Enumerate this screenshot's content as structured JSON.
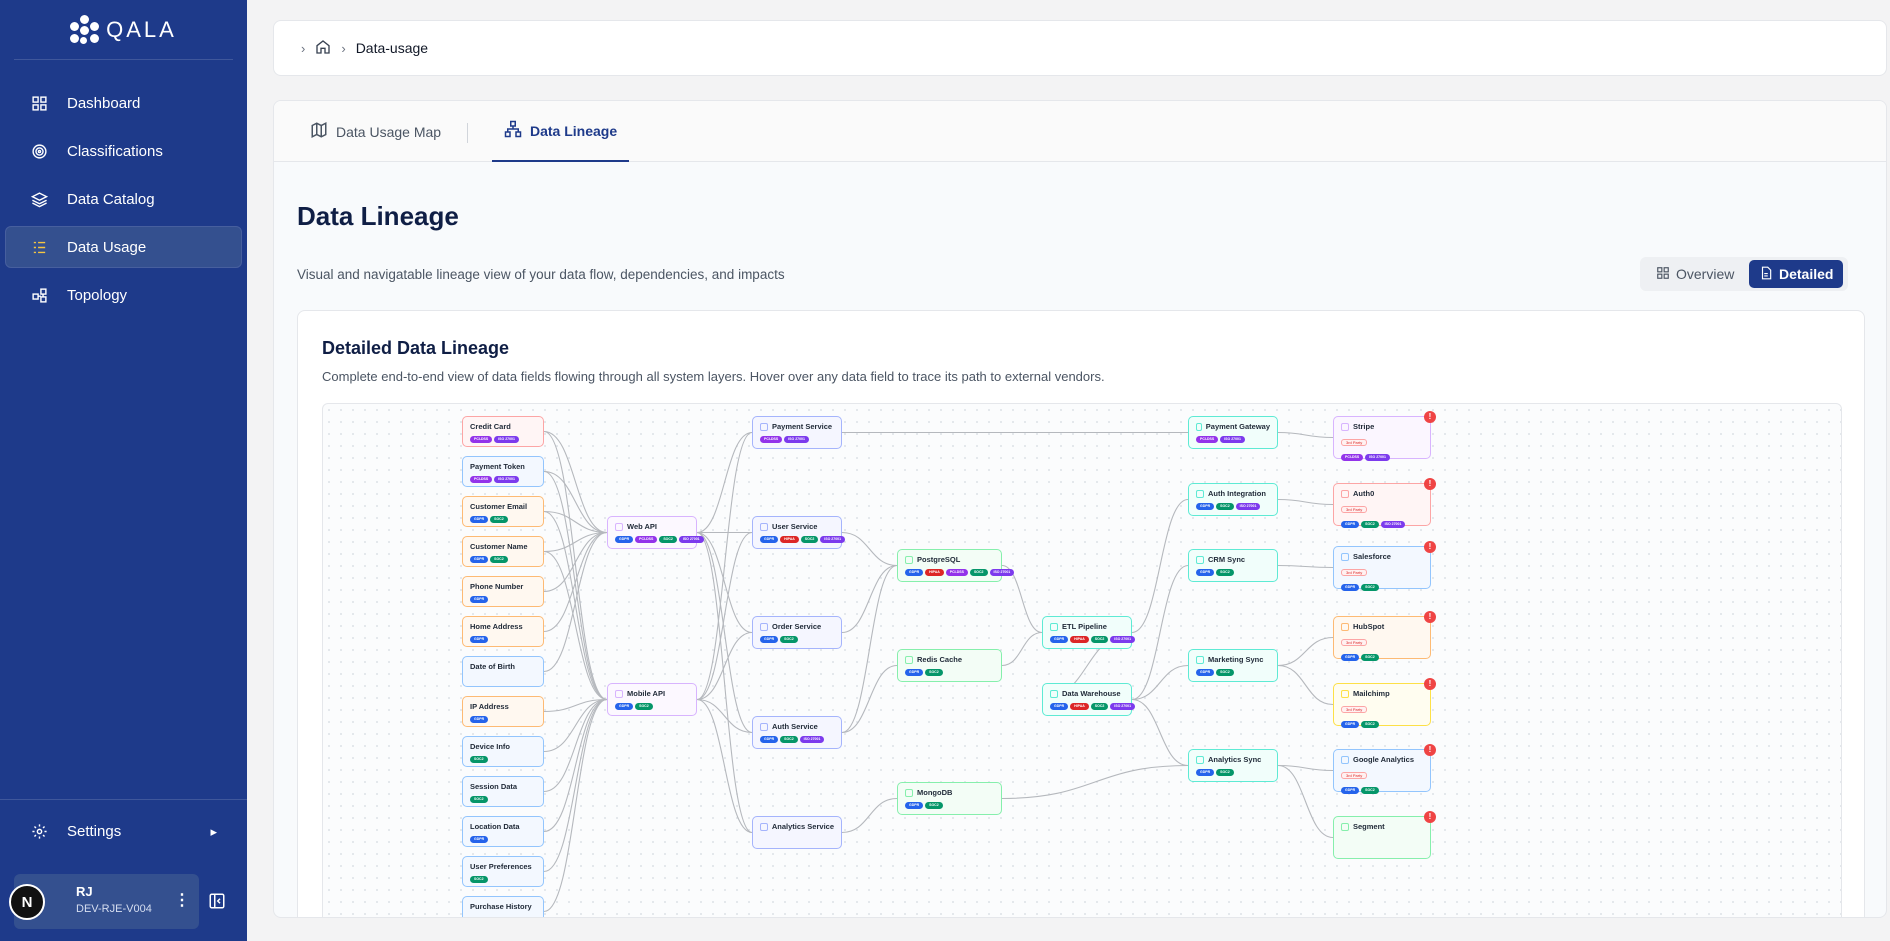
{
  "app": {
    "brand": "QALA"
  },
  "sidebar": {
    "items": [
      {
        "label": "Dashboard",
        "icon": "dashboard-icon"
      },
      {
        "label": "Classifications",
        "icon": "target-icon"
      },
      {
        "label": "Data Catalog",
        "icon": "layers-icon"
      },
      {
        "label": "Data Usage",
        "icon": "list-icon",
        "active": true
      },
      {
        "label": "Topology",
        "icon": "topology-icon"
      }
    ],
    "settings_label": "Settings",
    "user": {
      "avatar_letter": "N",
      "initials": "RJ",
      "id": "DEV-RJE-V004"
    }
  },
  "breadcrumb": {
    "current": "Data-usage"
  },
  "tabs": [
    {
      "label": "Data Usage Map",
      "icon": "map-icon"
    },
    {
      "label": "Data Lineage",
      "icon": "lineage-icon",
      "active": true
    }
  ],
  "page": {
    "title": "Data Lineage",
    "description": "Visual and navigatable lineage view of your data flow, dependencies, and impacts",
    "view_overview": "Overview",
    "view_detailed": "Detailed"
  },
  "card": {
    "title": "Detailed Data Lineage",
    "description": "Complete end-to-end view of data fields flowing through all system layers. Hover over any data field to trace its path to external vendors."
  },
  "colors": {
    "sidebar": "#1e3a8a",
    "accent": "#1e3a8a",
    "gdpr": "#2563eb",
    "pci": "#9333ea",
    "soc2": "#059669",
    "hipaa": "#dc2626",
    "iso": "#7c3aed",
    "alert": "#ef4444"
  },
  "lineage": {
    "fields": [
      {
        "label": "Credit Card",
        "tags": [
          "PCI-DSS",
          "ISO 27001"
        ],
        "tone": "red"
      },
      {
        "label": "Payment Token",
        "tags": [
          "PCI-DSS",
          "ISO 27001"
        ],
        "tone": "blue"
      },
      {
        "label": "Customer Email",
        "tags": [
          "GDPR",
          "SOC2"
        ],
        "tone": "orange"
      },
      {
        "label": "Customer Name",
        "tags": [
          "GDPR",
          "SOC2"
        ],
        "tone": "orange"
      },
      {
        "label": "Phone Number",
        "tags": [
          "GDPR"
        ],
        "tone": "orange"
      },
      {
        "label": "Home Address",
        "tags": [
          "GDPR"
        ],
        "tone": "orange"
      },
      {
        "label": "Date of Birth",
        "tags": [],
        "tone": "blue"
      },
      {
        "label": "IP Address",
        "tags": [
          "GDPR"
        ],
        "tone": "orange"
      },
      {
        "label": "Device Info",
        "tags": [
          "SOC2"
        ],
        "tone": "blue"
      },
      {
        "label": "Session Data",
        "tags": [
          "SOC2"
        ],
        "tone": "blue"
      },
      {
        "label": "Location Data",
        "tags": [
          "GDPR"
        ],
        "tone": "blue"
      },
      {
        "label": "User Preferences",
        "tags": [
          "SOC2"
        ],
        "tone": "blue"
      },
      {
        "label": "Purchase History",
        "tags": [],
        "tone": "blue"
      }
    ],
    "apis": [
      {
        "label": "Web API",
        "tags": [
          "GDPR",
          "PCI-DSS",
          "SOC2",
          "ISO 27001"
        ]
      },
      {
        "label": "Mobile API",
        "tags": [
          "GDPR",
          "SOC2"
        ]
      }
    ],
    "services": [
      {
        "label": "Payment Service",
        "tags": [
          "PCI-DSS",
          "ISO 27001"
        ]
      },
      {
        "label": "User Service",
        "tags": [
          "GDPR",
          "HIPAA",
          "SOC2",
          "ISO 27001"
        ]
      },
      {
        "label": "Order Service",
        "tags": [
          "GDPR",
          "SOC2"
        ]
      },
      {
        "label": "Auth Service",
        "tags": [
          "GDPR",
          "SOC2",
          "ISO 27001"
        ]
      },
      {
        "label": "Analytics Service",
        "tags": []
      }
    ],
    "stores": [
      {
        "label": "PostgreSQL",
        "tags": [
          "GDPR",
          "HIPAA",
          "PCI-DSS",
          "SOC2",
          "ISO 27001"
        ]
      },
      {
        "label": "Redis Cache",
        "tags": [
          "GDPR",
          "SOC2"
        ]
      },
      {
        "label": "MongoDB",
        "tags": [
          "GDPR",
          "SOC2"
        ]
      }
    ],
    "pipelines": [
      {
        "label": "ETL Pipeline",
        "tags": [
          "GDPR",
          "HIPAA",
          "SOC2",
          "ISO 27001"
        ]
      },
      {
        "label": "Data Warehouse",
        "tags": [
          "GDPR",
          "HIPAA",
          "SOC2",
          "ISO 27001"
        ]
      }
    ],
    "integrations": [
      {
        "label": "Payment Gateway",
        "tags": [
          "PCI-DSS",
          "ISO 27001"
        ]
      },
      {
        "label": "Auth Integration",
        "tags": [
          "GDPR",
          "SOC2",
          "ISO 27001"
        ]
      },
      {
        "label": "CRM Sync",
        "tags": [
          "GDPR",
          "SOC2"
        ]
      },
      {
        "label": "Marketing Sync",
        "tags": [
          "GDPR",
          "SOC2"
        ]
      },
      {
        "label": "Analytics Sync",
        "tags": [
          "GDPR",
          "SOC2"
        ]
      }
    ],
    "vendors": [
      {
        "label": "Stripe",
        "badge": "3rd Party",
        "tags": [
          "PCI-DSS",
          "ISO 27001"
        ],
        "tone": "purple"
      },
      {
        "label": "Auth0",
        "badge": "3rd Party",
        "tags": [
          "GDPR",
          "SOC2",
          "ISO 27001"
        ],
        "tone": "red"
      },
      {
        "label": "Salesforce",
        "badge": "3rd Party",
        "tags": [
          "GDPR",
          "SOC2"
        ],
        "tone": "blue"
      },
      {
        "label": "HubSpot",
        "badge": "3rd Party",
        "tags": [
          "GDPR",
          "SOC2"
        ],
        "tone": "orange"
      },
      {
        "label": "Mailchimp",
        "badge": "3rd Party",
        "tags": [
          "GDPR",
          "SOC2"
        ],
        "tone": "yellow"
      },
      {
        "label": "Google Analytics",
        "badge": "3rd Party",
        "tags": [
          "GDPR",
          "SOC2"
        ],
        "tone": "blue"
      },
      {
        "label": "Segment",
        "badge": "",
        "tags": [],
        "tone": "green"
      }
    ]
  }
}
